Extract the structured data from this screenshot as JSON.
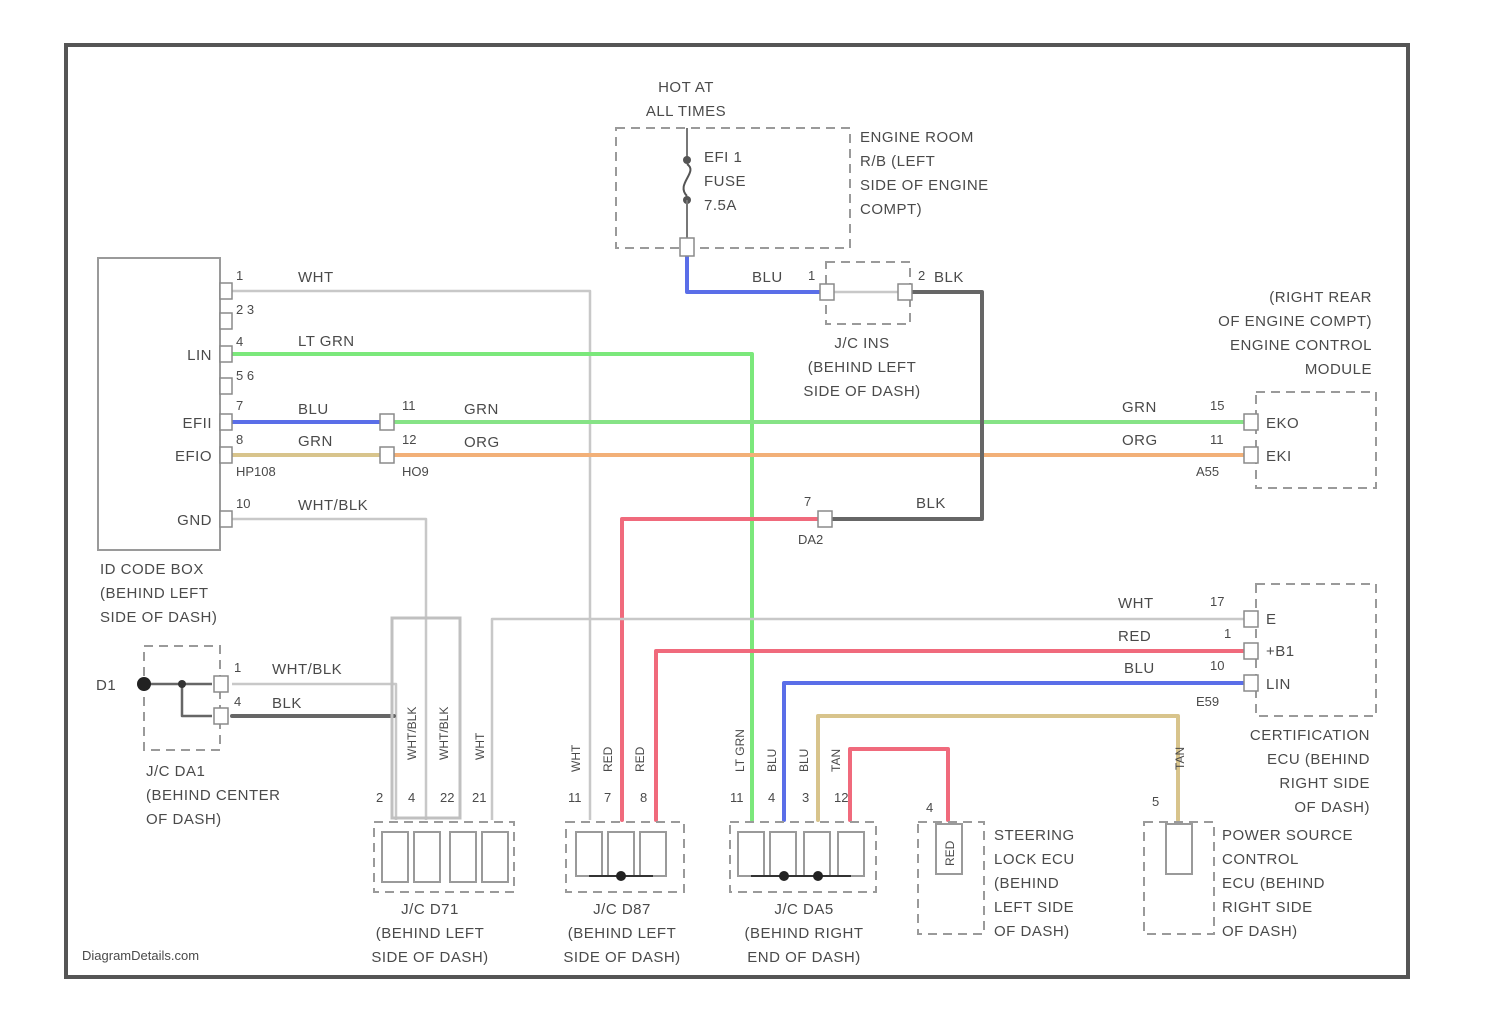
{
  "colors": {
    "wht": "#c8c8c8",
    "lt_grn": "#7be87b",
    "grn": "#86e386",
    "org": "#f2b078",
    "blu": "#5a6ee8",
    "red": "#f06a7c",
    "blk": "#666666",
    "tan": "#d8c48c",
    "frame": "#555555"
  },
  "watermark": "DiagramDetails.com",
  "power": {
    "hot_label_1": "HOT AT",
    "hot_label_2": "ALL TIMES",
    "fuse_1": "EFI 1",
    "fuse_2": "FUSE",
    "fuse_3": "7.5A",
    "location": [
      "ENGINE ROOM",
      "R/B (LEFT",
      "SIDE OF ENGINE",
      "COMPT)"
    ]
  },
  "id_code_box": {
    "pins": [
      "1",
      "2 3",
      "4",
      "5 6",
      "7",
      "8",
      "10"
    ],
    "signals": [
      "LIN",
      "EFII",
      "EFIO",
      "GND"
    ],
    "connector": "HP108",
    "caption": [
      "ID CODE BOX",
      "(BEHIND LEFT",
      "SIDE OF DASH)"
    ]
  },
  "wires": {
    "wht": "WHT",
    "lt_grn": "LT GRN",
    "blu": "BLU",
    "grn": "GRN",
    "org": "ORG",
    "wht_blk": "WHT/BLK",
    "blk": "BLK",
    "red": "RED"
  },
  "junctions": {
    "j1_pins": [
      "1",
      "2"
    ],
    "j1_caption": [
      "J/C INS",
      "(BEHIND LEFT",
      "SIDE OF DASH)"
    ],
    "inline_pins": [
      "11",
      "12"
    ],
    "inline_conn": "HO9",
    "j2_pin": "7",
    "j2_conn": "DA2",
    "j3_pins": [
      "1",
      "4"
    ],
    "j3_caption": [
      "J/C DA1",
      "(BEHIND CENTER",
      "OF DASH)"
    ],
    "ground": "D1"
  },
  "ecm": {
    "caption": [
      "(RIGHT REAR",
      "OF ENGINE COMPT)",
      "ENGINE CONTROL",
      "MODULE"
    ],
    "pins": [
      "15",
      "11"
    ],
    "signals": [
      "EKO",
      "EKI"
    ],
    "connector": "A55"
  },
  "cert_ecu": {
    "pins": [
      "17",
      "1",
      "10"
    ],
    "signals": [
      "E",
      "+B1",
      "LIN"
    ],
    "connector": "E59",
    "caption": [
      "CERTIFICATION",
      "ECU (BEHIND",
      "RIGHT SIDE",
      "OF DASH)"
    ]
  },
  "steering": {
    "pin": "4",
    "caption": [
      "STEERING",
      "LOCK ECU",
      "(BEHIND",
      "LEFT SIDE",
      "OF DASH)"
    ]
  },
  "power_source": {
    "pin": "5",
    "caption": [
      "POWER SOURCE",
      "CONTROL",
      "ECU (BEHIND",
      "RIGHT SIDE",
      "OF DASH)"
    ]
  },
  "bottom_blocks": {
    "b1_labels": [
      "WHT/BLK",
      "WHT/BLK",
      "WHT"
    ],
    "b1_pins": [
      "2",
      "4",
      "22",
      "21"
    ],
    "b1_caption": [
      "J/C D71",
      "(BEHIND LEFT",
      "SIDE OF DASH)"
    ],
    "b2_labels": [
      "WHT",
      "RED",
      "RED"
    ],
    "b2_pins": [
      "11",
      "7",
      "8"
    ],
    "b2_caption": [
      "J/C D87",
      "(BEHIND LEFT",
      "SIDE OF DASH)"
    ],
    "b3_labels": [
      "LT GRN",
      "BLU",
      "BLU",
      "TAN"
    ],
    "b3_pins": [
      "11",
      "4",
      "3",
      "12"
    ],
    "b3_caption": [
      "J/C DA5",
      "(BEHIND RIGHT",
      "END OF DASH)"
    ],
    "steer_wire": "RED",
    "pwr_wire": "TAN"
  }
}
